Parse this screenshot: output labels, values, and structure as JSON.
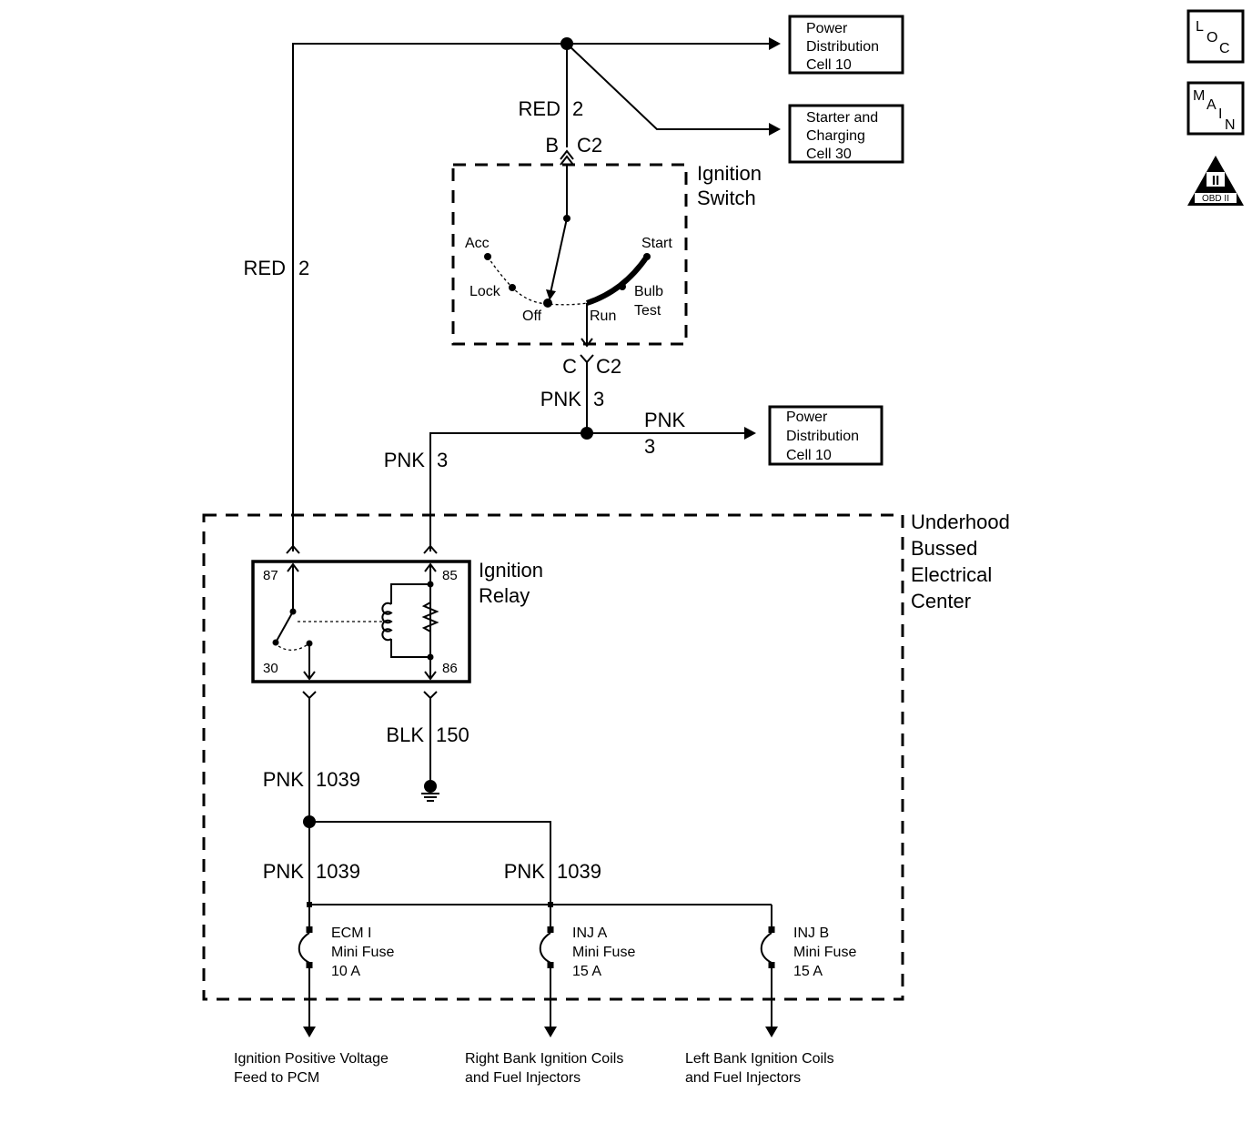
{
  "wires": {
    "red_top": {
      "color": "RED",
      "circuit": "2"
    },
    "red_left": {
      "color": "RED",
      "circuit": "2"
    },
    "pnk_sw": {
      "color": "PNK",
      "circuit": "3"
    },
    "pnk_branch": {
      "color": "PNK",
      "circuit": "3"
    },
    "pnk_right": {
      "color": "PNK",
      "circuit": "3"
    },
    "blk": {
      "color": "BLK",
      "circuit": "150"
    },
    "pnk1039_a": {
      "color": "PNK",
      "circuit": "1039"
    },
    "pnk1039_b": {
      "color": "PNK",
      "circuit": "1039"
    },
    "pnk1039_c": {
      "color": "PNK",
      "circuit": "1039"
    }
  },
  "connectors": {
    "top": {
      "pin": "B",
      "name": "C2"
    },
    "bottom": {
      "pin": "C",
      "name": "C2"
    }
  },
  "refs": {
    "pd1": [
      "Power",
      "Distribution",
      "Cell 10"
    ],
    "sc": [
      "Starter and",
      "Charging",
      "Cell 30"
    ],
    "pd2": [
      "Power",
      "Distribution",
      "Cell 10"
    ]
  },
  "ignition_switch": {
    "title": [
      "Ignition",
      "Switch"
    ],
    "positions": {
      "acc": "Acc",
      "lock": "Lock",
      "off": "Off",
      "run": "Run",
      "start": "Start",
      "bulb": [
        "Bulb",
        "Test"
      ]
    }
  },
  "relay": {
    "title": [
      "Ignition",
      "Relay"
    ],
    "pins": {
      "p87": "87",
      "p85": "85",
      "p30": "30",
      "p86": "86"
    }
  },
  "ubec": {
    "title": [
      "Underhood",
      "Bussed",
      "Electrical",
      "Center"
    ]
  },
  "fuses": [
    {
      "name": "ECM I",
      "type": "Mini Fuse",
      "rating": "10 A"
    },
    {
      "name": "INJ A",
      "type": "Mini Fuse",
      "rating": "15 A"
    },
    {
      "name": "INJ B",
      "type": "Mini Fuse",
      "rating": "15 A"
    }
  ],
  "outputs": [
    [
      "Ignition Positive Voltage",
      "Feed to PCM"
    ],
    [
      "Right Bank Ignition Coils",
      "and Fuel Injectors"
    ],
    [
      "Left Bank Ignition Coils",
      "and Fuel Injectors"
    ]
  ],
  "icons": {
    "loc": [
      "L",
      "O",
      "C"
    ],
    "main": [
      "M",
      "A",
      "I",
      "N"
    ],
    "obd": {
      "numeral": "II",
      "label": "OBD II"
    }
  }
}
